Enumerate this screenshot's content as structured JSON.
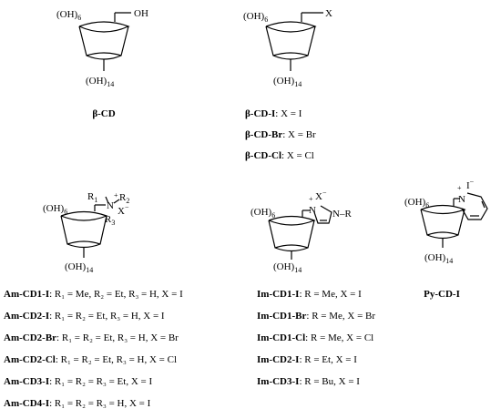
{
  "figure": {
    "molecules": {
      "bcd": {
        "oh_top": "(OH)",
        "oh_top_sub": "6",
        "oh_side": "OH",
        "oh_bottom": "(OH)",
        "oh_bottom_sub": "14",
        "label": "β-CD"
      },
      "bcd_x": {
        "oh_top": "(OH)",
        "oh_top_sub": "6",
        "x_group": "X",
        "oh_bottom": "(OH)",
        "oh_bottom_sub": "14",
        "legend": [
          {
            "name": "β-CD-I",
            "rest": ": X = I"
          },
          {
            "name": "β-CD-Br",
            "rest": ": X = Br"
          },
          {
            "name": "β-CD-Cl",
            "rest": ": X = Cl"
          }
        ]
      },
      "am": {
        "oh_top": "(OH)",
        "oh_top_sub": "6",
        "n_atom": "N",
        "plus": "+",
        "x_minus": "X",
        "minus": "−",
        "r1": "R",
        "r1_sub": "1",
        "r2": "R",
        "r2_sub": "2",
        "r3": "R",
        "r3_sub": "3",
        "oh_bottom": "(OH)",
        "oh_bottom_sub": "14",
        "legend": [
          {
            "name": "Am-CD1-I",
            "rest": ": R₁ = Me, R₂ = Et, R₃ = H, X = I"
          },
          {
            "name": "Am-CD2-I",
            "rest": ": R₁ = R₂ = Et, R₃ = H, X = I"
          },
          {
            "name": "Am-CD2-Br",
            "rest": ": R₁ = R₂ = Et, R₃ = H, X = Br"
          },
          {
            "name": "Am-CD2-Cl",
            "rest": ": R₁ = R₂ = Et, R₃ = H, X = Cl"
          },
          {
            "name": "Am-CD3-I",
            "rest": ": R₁ = R₂ = R₃ = Et, X = I"
          },
          {
            "name": "Am-CD4-I",
            "rest": ": R₁ = R₂ = R₃ = H, X = I"
          }
        ]
      },
      "im": {
        "oh_top": "(OH)",
        "oh_top_sub": "6",
        "n_plus": "N",
        "plus": "+",
        "x_minus": "X",
        "minus": "−",
        "n_r": "N–R",
        "oh_bottom": "(OH)",
        "oh_bottom_sub": "14",
        "legend": [
          {
            "name": "Im-CD1-I",
            "rest": ": R = Me, X = I"
          },
          {
            "name": "Im-CD1-Br",
            "rest": ": R = Me, X = Br"
          },
          {
            "name": "Im-CD1-Cl",
            "rest": ": R = Me, X = Cl"
          },
          {
            "name": "Im-CD2-I",
            "rest": ": R = Et, X = I"
          },
          {
            "name": "Im-CD3-I",
            "rest": ": R = Bu, X = I"
          }
        ]
      },
      "py": {
        "oh_top": "(OH)",
        "oh_top_sub": "6",
        "n_atom": "N",
        "plus": "+",
        "i_minus": "I",
        "minus": "−",
        "oh_bottom": "(OH)",
        "oh_bottom_sub": "14",
        "label": "Py-CD-I"
      }
    }
  }
}
